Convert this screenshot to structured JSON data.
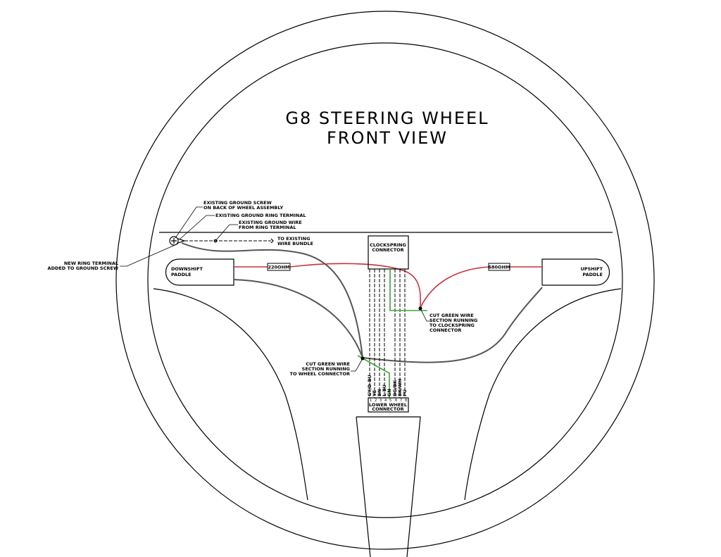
{
  "title": {
    "line1": "G8 STEERING WHEEL",
    "line2": "FRONT VIEW"
  },
  "callouts": {
    "ground_screw": [
      "EXISTING GROUND SCREW",
      "ON BACK OF WHEEL ASSEMBLY"
    ],
    "ring_terminal": "EXISTING GROUND RING TERMINAL",
    "ground_wire": [
      "EXISTING GROUND WIRE",
      "FROM RING TERMINAL"
    ],
    "to_bundle": [
      "TO EXISTING",
      "WIRE BUNDLE"
    ],
    "new_ring": [
      "NEW RING TERMINAL",
      "ADDED TO GROUND SCREW"
    ],
    "cut_wheel": [
      "CUT GREEN WIRE",
      "SECTION RUNNING",
      "TO WHEEL CONNECTOR"
    ],
    "cut_clock": [
      "CUT GREEN WIRE",
      "SECTION RUNNING",
      "TO CLOCKSPRING",
      "CONNECTOR"
    ]
  },
  "paddles": {
    "down": [
      "DOWNSHIFT",
      "PADDLE"
    ],
    "up": [
      "UPSHIFT",
      "PADDLE"
    ]
  },
  "resistors": {
    "down": "220OHM",
    "up": "680OHM"
  },
  "clockspring": [
    "CLOCKSPRING",
    "CONNECTOR"
  ],
  "lower_connector": [
    "LOWER WHEEL",
    "CONNECTOR"
  ],
  "wires": [
    "GY/D-BU",
    "YE",
    "BN",
    "L-BU",
    "GN",
    "DG/BK",
    "BK/WH",
    "PU"
  ],
  "pins": [
    "1",
    "2",
    "3",
    "4",
    "5",
    "6",
    "7",
    "8"
  ],
  "colors": {
    "red_wire": "#c8323c",
    "green_wire": "#3aa53a",
    "gray_wire": "#555555"
  }
}
